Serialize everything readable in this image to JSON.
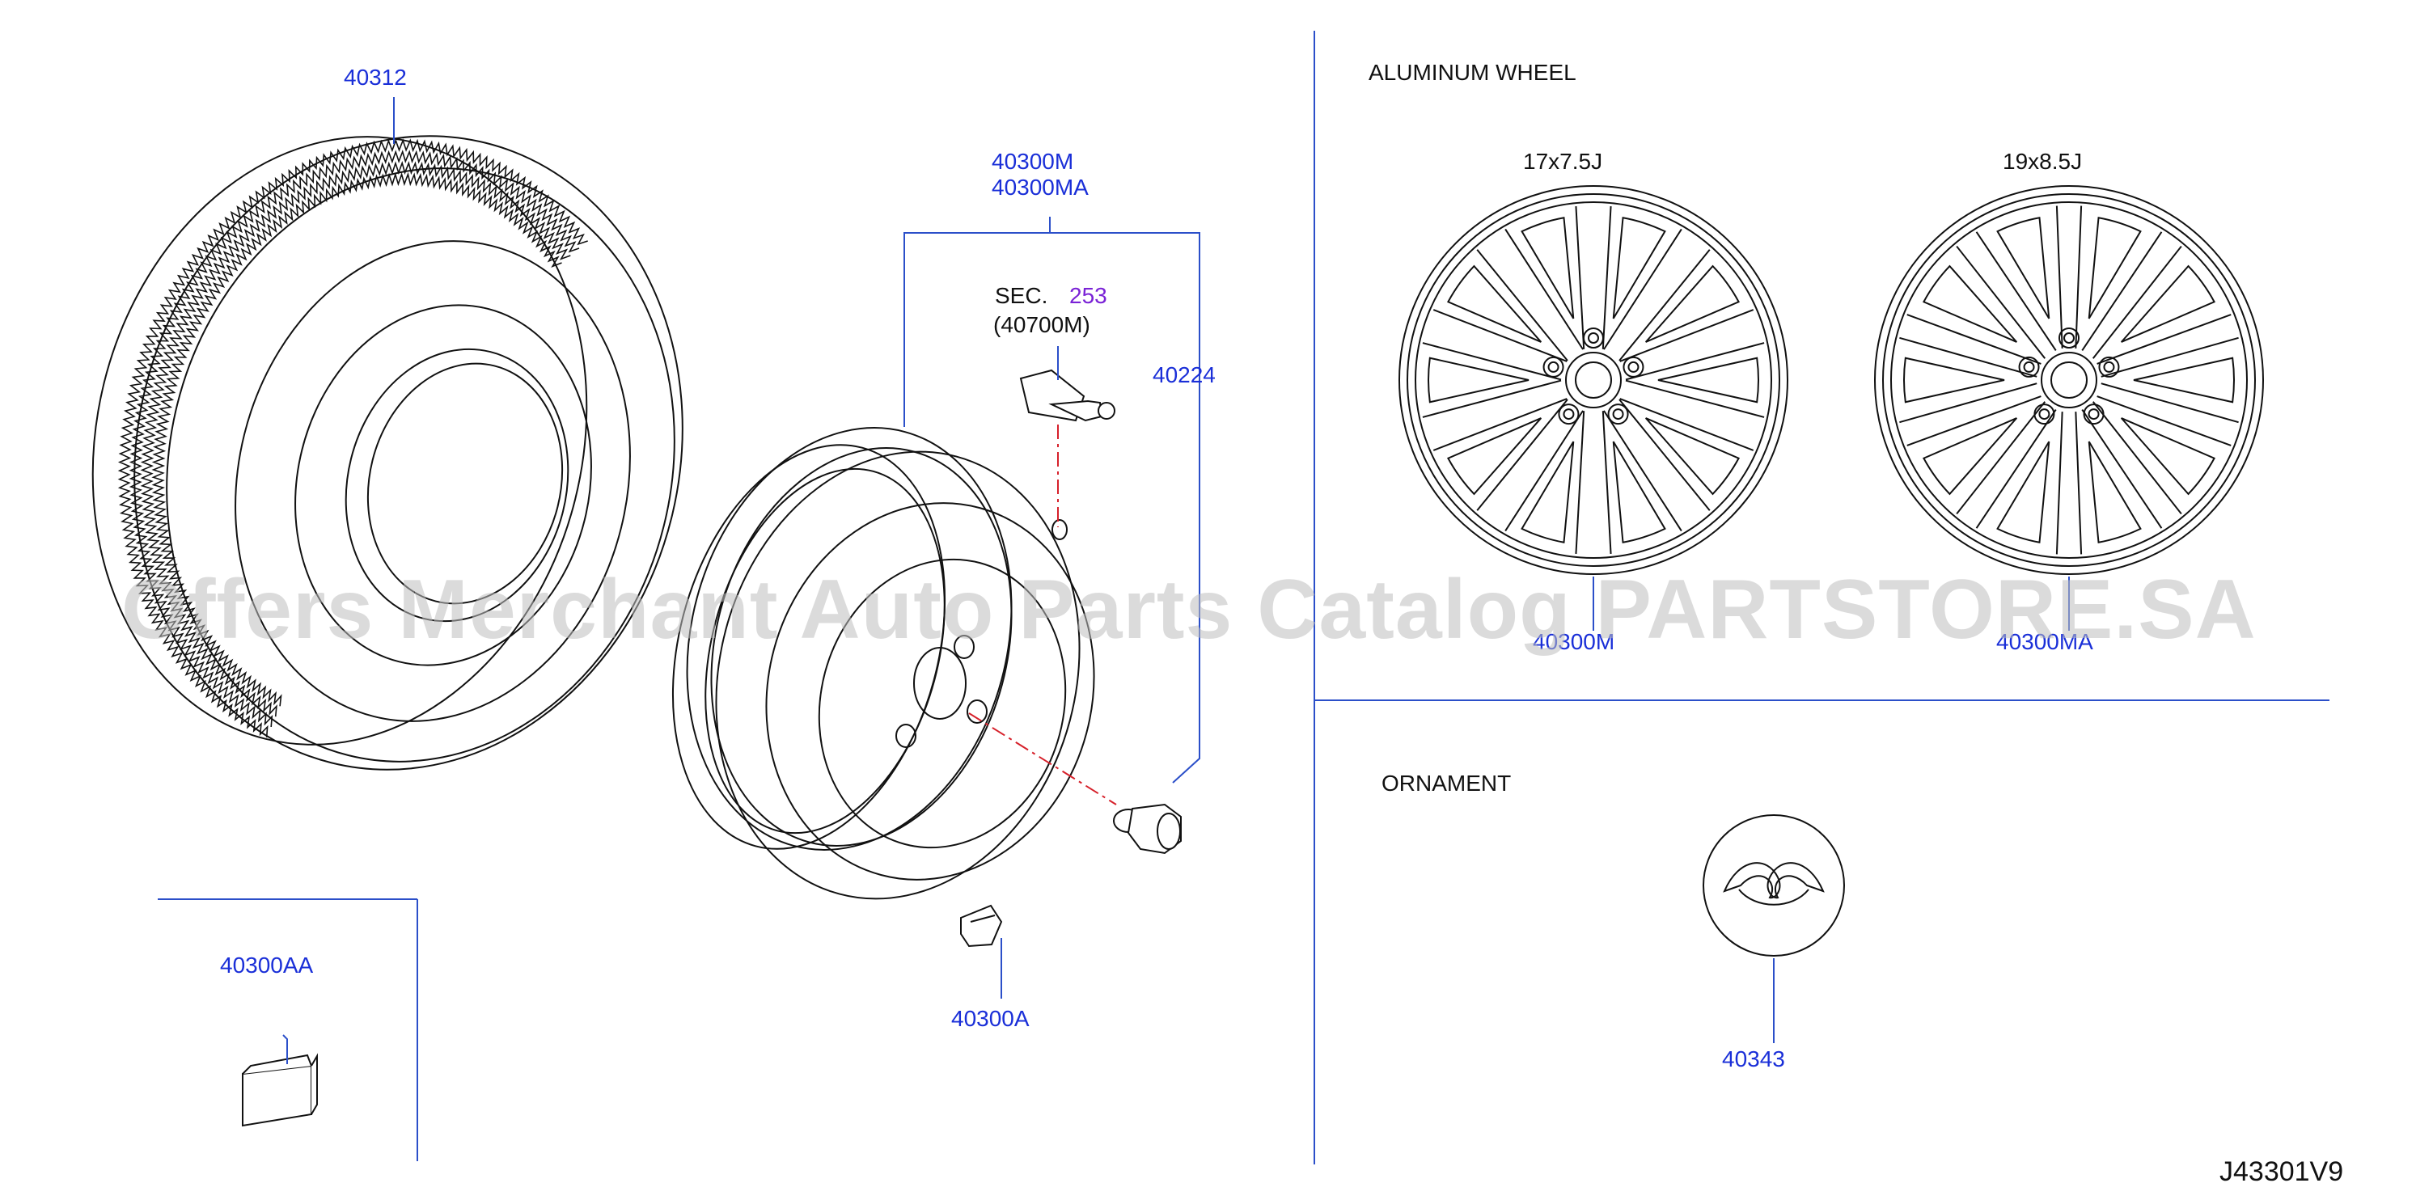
{
  "parts": {
    "tire": "40312",
    "wheel_m": "40300M",
    "wheel_ma": "40300MA",
    "valve_ref_prefix": "SEC.",
    "valve_ref_num": "253",
    "valve_ref_part": "(40700M)",
    "nut": "40224",
    "balance_weight": "40300A",
    "balance_weight_aa": "40300AA",
    "alloy_17": "40300M",
    "alloy_19": "40300MA",
    "ornament": "40343"
  },
  "sections": {
    "aluminum_wheel": "ALUMINUM   WHEEL",
    "size_17": "17x7.5J",
    "size_19": "19x8.5J",
    "ornament": "ORNAMENT"
  },
  "watermark": "Offers Merchant Auto Parts Catalog PARTSTORE.SA",
  "diagram_code": "J43301V9",
  "colors": {
    "part_number": "#1a2fd8",
    "line": "#111111",
    "leader": "#2b4fc9",
    "dash": "#d6202a",
    "ref": "#7a22d6"
  }
}
